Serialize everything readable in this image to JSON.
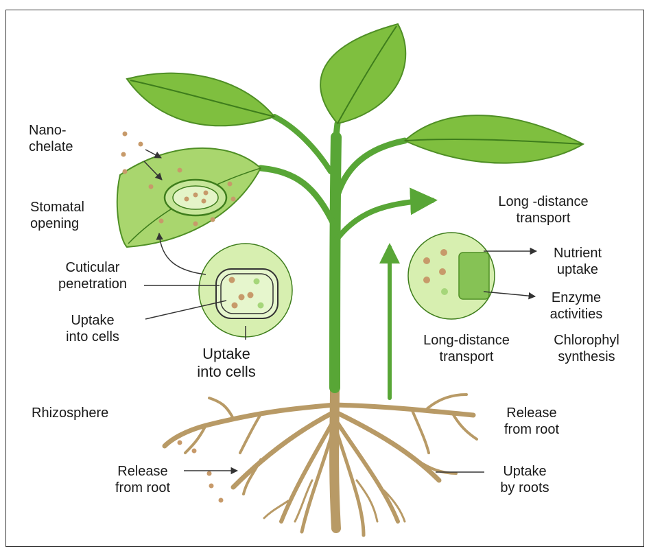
{
  "colors": {
    "leaf": "#7fbf3f",
    "leaf_dark": "#4f8f25",
    "leaf_vein": "#3e7d1c",
    "stem": "#58a636",
    "root": "#b89a66",
    "root_dark": "#8a6f43",
    "cell": "#d7efb0",
    "particle": "#c79a6a",
    "arrow": "#333333"
  },
  "labels": {
    "nano_chelate": "Nano-\nchelate",
    "stomatal_opening": "Stomatal\nopening",
    "cuticular_penetration": "Cuticular\npenetration",
    "uptake_into_cells_left": "Uptake\ninto cells",
    "uptake_into_cells_center": "Uptake\ninto cells",
    "long_distance_transport_top": "Long  -distance\ntransport",
    "nutrient_uptake": "Nutrient\nuptake",
    "enzyme_activities": "Enzyme\nactivities",
    "long_distance_transport_mid": "Long-distance\ntransport",
    "chlorophyl_synthesis": "Chlorophyl\nsynthesis",
    "rhizosphere": "Rhizosphere",
    "release_from_root_right": "Release\nfrom root",
    "release_from_root_left": "Release\nfrom root",
    "uptake_by_roots": "Uptake\nby roots"
  }
}
